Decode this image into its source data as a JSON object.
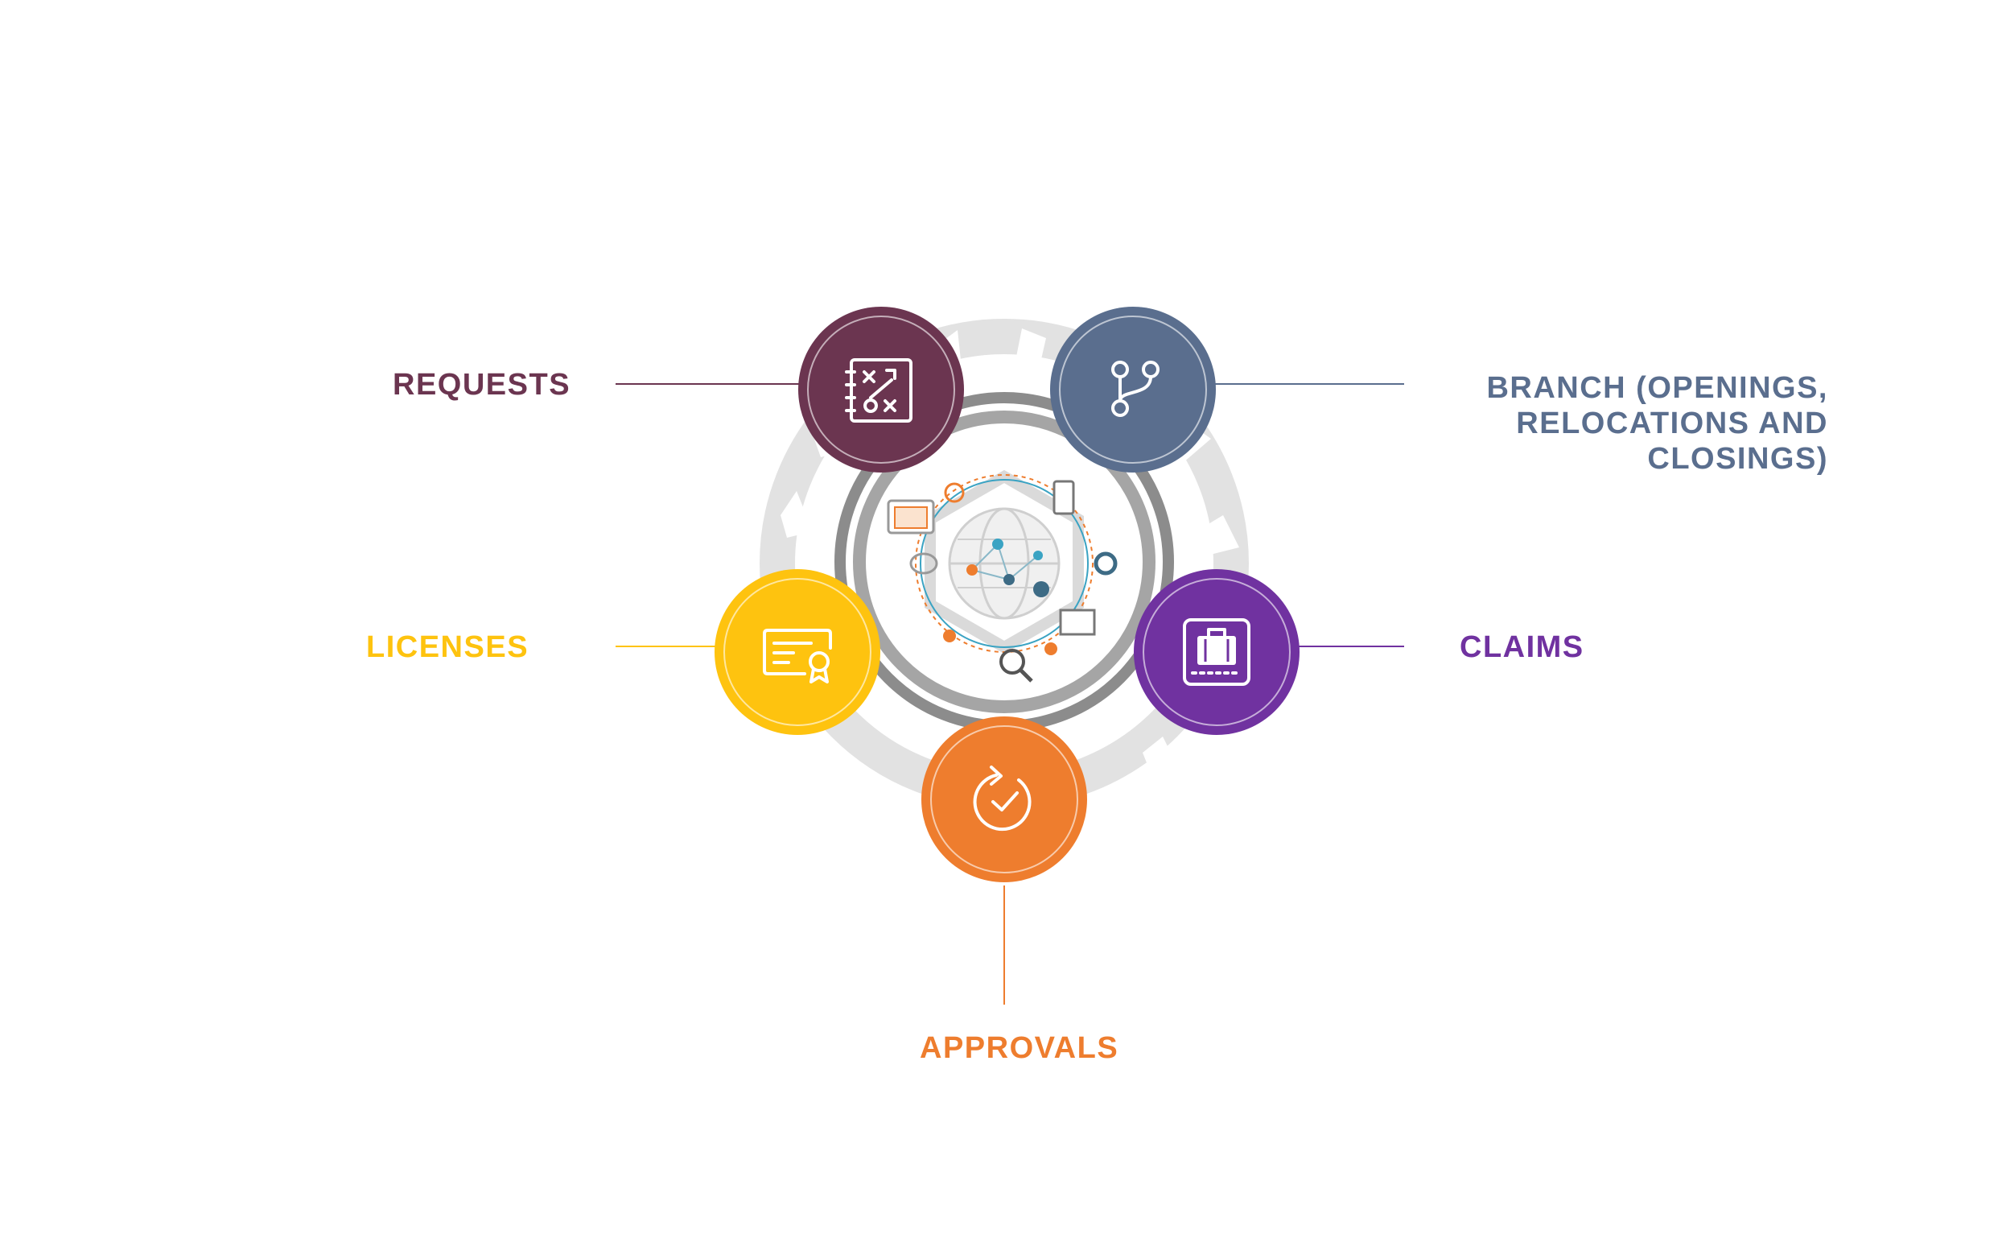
{
  "colors": {
    "requests": "#6b3550",
    "branch": "#5a6e8e",
    "licenses": "#fec30f",
    "claims": "#7032a0",
    "approvals": "#ee7d2e",
    "ring": "#d3d3d3",
    "core_ring": "#8b8b8b"
  },
  "items": {
    "requests": {
      "label": "REQUESTS",
      "icon": "strategy-board-icon"
    },
    "branch": {
      "label": "BRANCH (OPENINGS, RELOCATIONS AND CLOSINGS)",
      "icon": "git-branch-icon"
    },
    "licenses": {
      "label": "LICENSES",
      "icon": "certificate-icon"
    },
    "claims": {
      "label": "CLAIMS",
      "icon": "luggage-claim-icon"
    },
    "approvals": {
      "label": "APPROVALS",
      "icon": "refresh-check-icon"
    }
  },
  "center": {
    "icon": "global-network-icon"
  }
}
